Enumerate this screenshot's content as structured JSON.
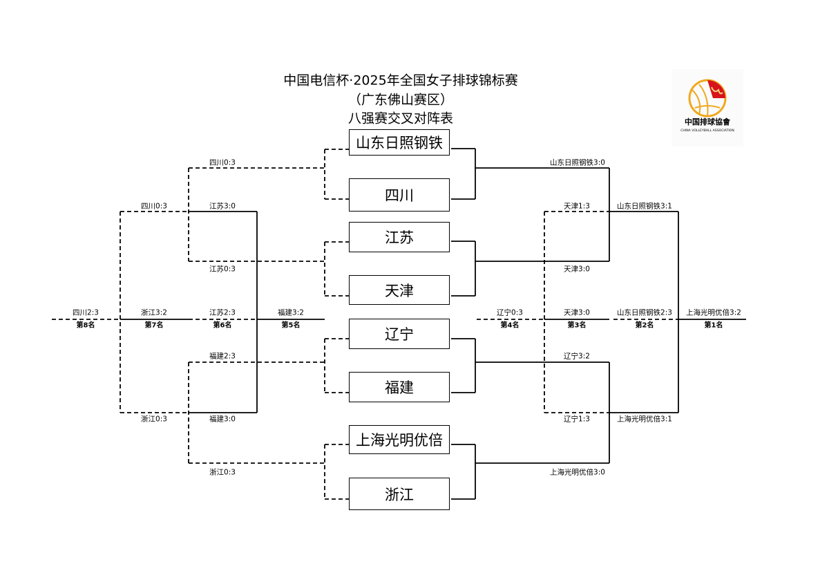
{
  "header": {
    "title_line1": "中国电信杯·2025年全国女子排球锦标赛",
    "title_line2": "（广东佛山赛区）",
    "title_line3": "八强赛交叉对阵表"
  },
  "logo": {
    "name": "中国排球协會",
    "subtitle": "CHINA VOLLEYBALL ASSOCIATION",
    "colors": {
      "red": "#d7141a",
      "gold": "#f0a81c"
    }
  },
  "teams": [
    "山东日照钢铁",
    "四川",
    "江苏",
    "天津",
    "辽宁",
    "福建",
    "上海光明优倍",
    "浙江"
  ],
  "left_results": {
    "qf1_loser": "四川0:3",
    "qf2_loser": "江苏0:3",
    "qf3_loser": "福建2:3",
    "qf4_loser": "浙江0:3",
    "cl1_win": "江苏3:0",
    "cl1_loss": "四川0:3",
    "cl2_win": "福建3:0",
    "cl2_loss": "浙江0:3",
    "p5": "福建3:2",
    "p6": "江苏2:3",
    "p7": "浙江3:2",
    "p8": "四川2:3"
  },
  "right_results": {
    "qf1_win": "山东日照钢铁3:0",
    "qf2_win": "天津3:0",
    "qf3_win": "辽宁3:2",
    "qf4_win": "上海光明优倍3:0",
    "sf1_win": "山东日照钢铁3:1",
    "sf1_loss": "天津1:3",
    "sf2_win": "上海光明优倍3:1",
    "sf2_loss": "辽宁1:3",
    "p1": "上海光明优倍3:2",
    "p2": "山东日照钢铁2:3",
    "p3": "天津3:0",
    "p4": "辽宁0:3"
  },
  "ranks": {
    "r1": "第1名",
    "r2": "第2名",
    "r3": "第3名",
    "r4": "第4名",
    "r5": "第5名",
    "r6": "第6名",
    "r7": "第7名",
    "r8": "第8名"
  }
}
